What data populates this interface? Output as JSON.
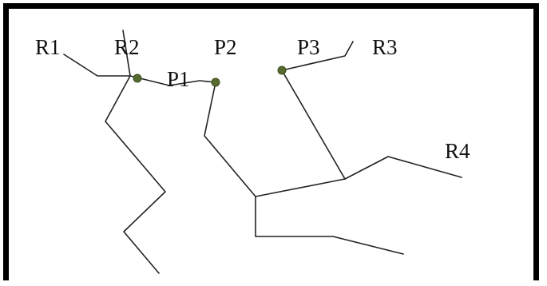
{
  "diagram": {
    "labels": {
      "r1": "R1",
      "r2": "R2",
      "p1": "P1",
      "p2": "P2",
      "p3": "P3",
      "r3": "R3",
      "r4": "R4"
    },
    "colors": {
      "border": "#000000",
      "line": "#222222",
      "node": "#556b2f",
      "text": "#111111"
    }
  }
}
